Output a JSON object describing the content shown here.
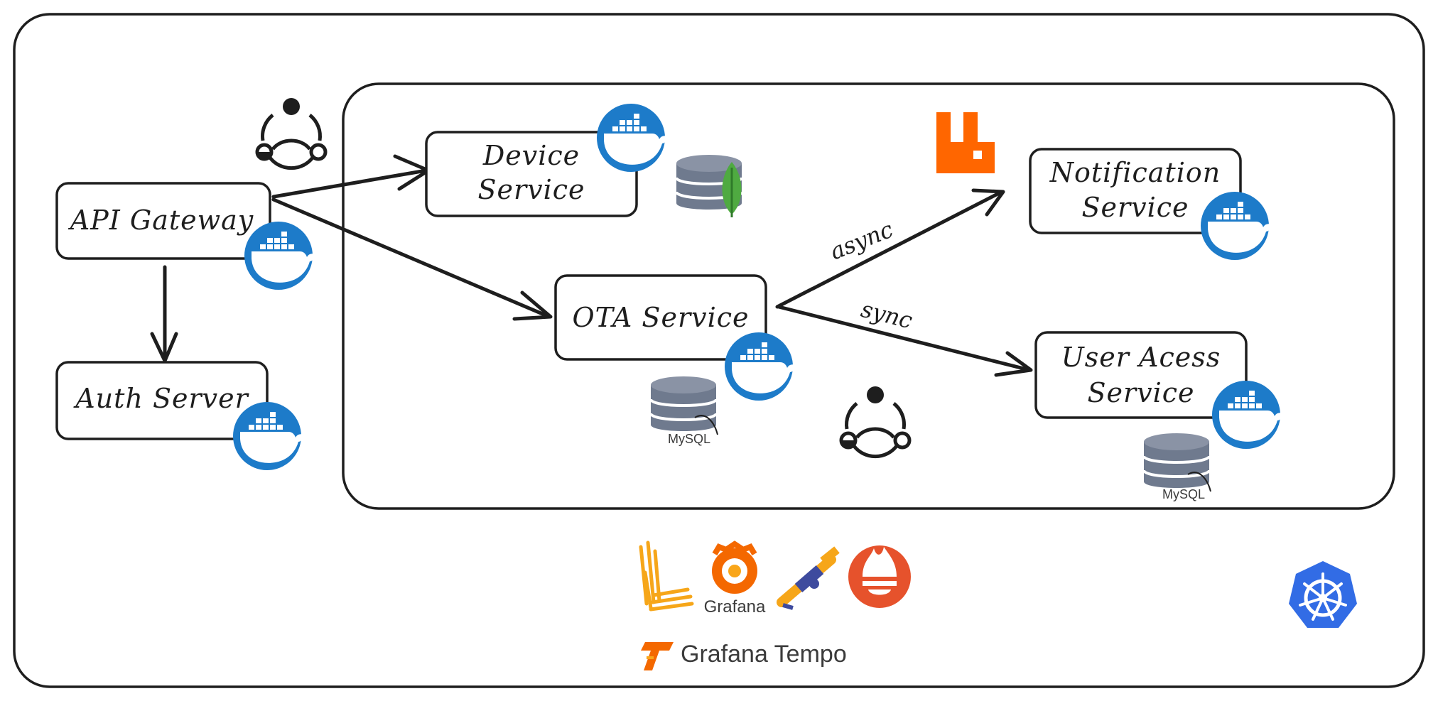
{
  "diagram": {
    "nodes": {
      "api_gateway": "API Gateway",
      "auth_server": "Auth Server",
      "device_service": [
        "Device",
        "Service"
      ],
      "ota_service": "OTA Service",
      "notification_service": [
        "Notification",
        "Service"
      ],
      "user_access_service": [
        "User Acess",
        "Service"
      ]
    },
    "edges": {
      "async_label": "async",
      "sync_label": "sync"
    },
    "logos": {
      "grafana_text": "Grafana",
      "grafana_tempo_text": "Grafana Tempo",
      "mysql_text_1": "MySQL",
      "mysql_text_2": "MySQL"
    },
    "icons": {
      "docker": "docker-icon",
      "mongodb": "mongodb-database-icon",
      "mysql": "mysql-database-icon",
      "rabbitmq": "rabbitmq-icon",
      "service_mesh": "service-discovery-icon",
      "loki": "loki-icon",
      "grafana": "grafana-icon",
      "telescope": "telescope-icon",
      "prometheus": "prometheus-icon",
      "kubernetes": "kubernetes-icon"
    },
    "colors": {
      "docker_blue": "#1d7bc9",
      "rabbitmq_orange": "#ff6600",
      "prometheus_orange": "#e6522c",
      "kubernetes_blue": "#326ce5",
      "mongodb_green": "#4faa41",
      "db_grey": "#6f7a8e"
    }
  }
}
